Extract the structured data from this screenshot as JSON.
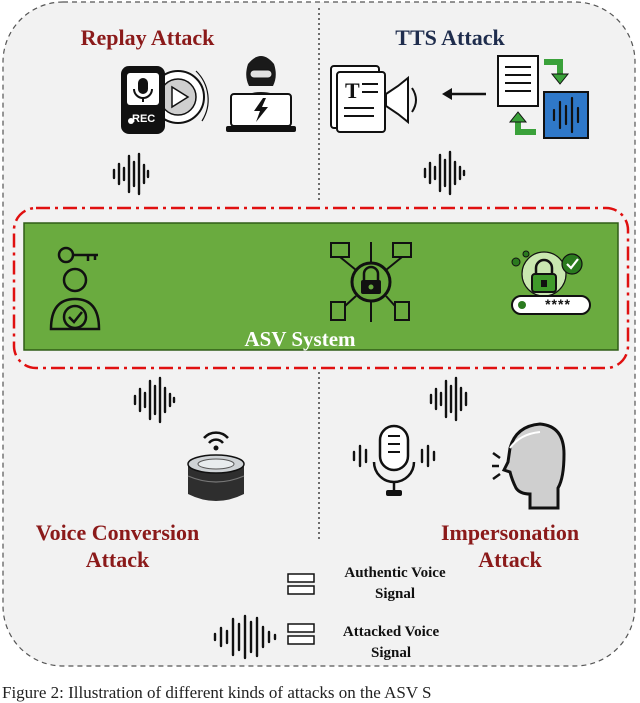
{
  "titles": {
    "replay": "Replay Attack",
    "tts": "TTS Attack",
    "asv": "ASV System",
    "voice_conversion_line1": "Voice Conversion",
    "voice_conversion_line2": "Attack",
    "impersonation_line1": "Impersonation",
    "impersonation_line2": "Attack"
  },
  "device_labels": {
    "recorder": "REC",
    "password": "****"
  },
  "legend": {
    "authentic_line1": "Authentic Voice",
    "authentic_line2": "Signal",
    "attacked_line1": "Attacked Voice",
    "attacked_line2": "Signal"
  },
  "caption": "Figure 2: Illustration of different kinds of attacks on the ASV S",
  "colors": {
    "title_red": "#8b1a1a",
    "title_navy": "#1f2d4d",
    "asv_green": "#6aab3f",
    "dashed_red": "#e01010",
    "authentic_gradient_start": "#3b4fd0",
    "authentic_gradient_end": "#a25ad6"
  }
}
